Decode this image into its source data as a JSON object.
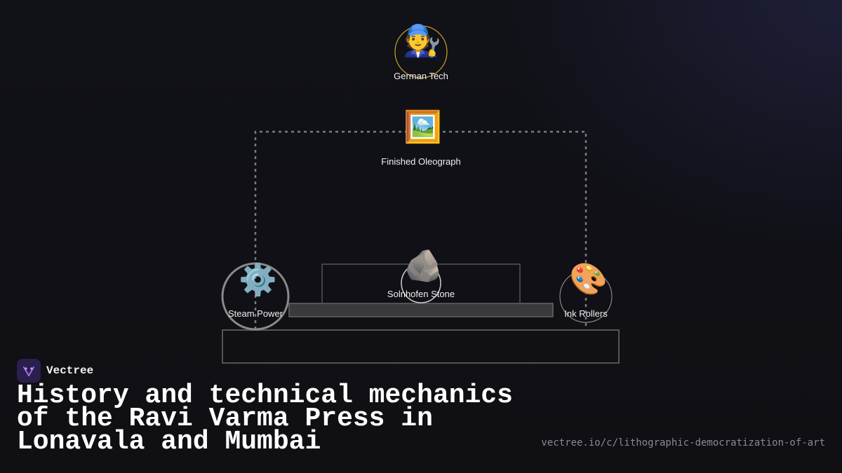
{
  "nodes": {
    "german_tech": {
      "label": "German Tech",
      "icon": "mechanic-icon",
      "emoji": "🧑‍🔧"
    },
    "oleograph": {
      "label": "Finished Oleograph",
      "icon": "framed-picture-icon",
      "emoji": "🖼️"
    },
    "steam": {
      "label": "Steam Power",
      "icon": "gear-icon",
      "emoji": "⚙️"
    },
    "stone": {
      "label": "Solnhofen Stone",
      "icon": "rock-icon",
      "emoji": "🪨"
    },
    "rollers": {
      "label": "Ink Rollers",
      "icon": "palette-icon",
      "emoji": "🎨"
    }
  },
  "colors": {
    "german_tech_ring": "#c9a227",
    "dashed_line": "#7a7a80",
    "frame_stroke": "#555555"
  },
  "brand": {
    "name": "Vectree"
  },
  "title": "History and technical mechanics of the Ravi Varma Press in Lonavala and Mumbai",
  "url": "vectree.io/c/lithographic-democratization-of-art"
}
